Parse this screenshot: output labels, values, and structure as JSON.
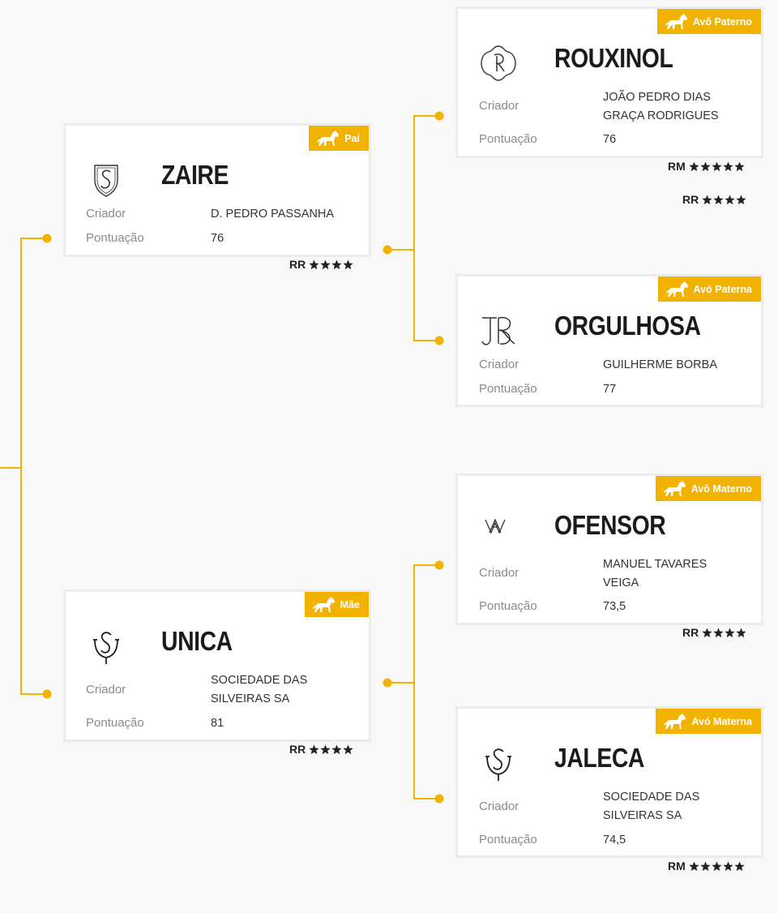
{
  "accent_color": "#f1b200",
  "labels": {
    "breeder": "Criador",
    "score": "Pontuação"
  },
  "horses": {
    "father": {
      "badge": "Pai",
      "badge_icon": "horse-icon",
      "brand_icon": "brand-s-shield-icon",
      "name": "ZAIRE",
      "breeder": "D. PEDRO PASSANHA",
      "score": "76",
      "ratings": [
        {
          "label": "RR",
          "stars": 4
        }
      ]
    },
    "mother": {
      "badge": "Mãe",
      "badge_icon": "horse-icon",
      "brand_icon": "brand-s-horseshoe-icon",
      "name": "UNICA",
      "breeder": "SOCIEDADE DAS SILVEIRAS SA",
      "score": "81",
      "ratings": [
        {
          "label": "RR",
          "stars": 4
        }
      ]
    },
    "paternal_grandfather": {
      "badge": "Avô Paterno",
      "badge_icon": "horse-icon",
      "brand_icon": "brand-r-ornament-icon",
      "name": "ROUXINOL",
      "breeder": "JOÃO PEDRO DIAS GRAÇA RODRIGUES",
      "score": "76",
      "ratings": [
        {
          "label": "RM",
          "stars": 5
        },
        {
          "label": "RR",
          "stars": 4
        }
      ]
    },
    "paternal_grandmother": {
      "badge": "Avó Paterna",
      "badge_icon": "horse-icon",
      "brand_icon": "brand-jr-monogram-icon",
      "name": "ORGULHOSA",
      "breeder": "GUILHERME BORBA",
      "score": "77",
      "ratings": []
    },
    "maternal_grandfather": {
      "badge": "Avô Materno",
      "badge_icon": "horse-icon",
      "brand_icon": "brand-am-monogram-icon",
      "name": "OFENSOR",
      "breeder": "MANUEL TAVARES VEIGA",
      "score": "73,5",
      "ratings": [
        {
          "label": "RR",
          "stars": 4
        }
      ]
    },
    "maternal_grandmother": {
      "badge": "Avó Materna",
      "badge_icon": "horse-icon",
      "brand_icon": "brand-s-horseshoe-icon",
      "name": "JALECA",
      "breeder": "SOCIEDADE DAS SILVEIRAS SA",
      "score": "74,5",
      "ratings": [
        {
          "label": "RM",
          "stars": 5
        }
      ]
    }
  }
}
